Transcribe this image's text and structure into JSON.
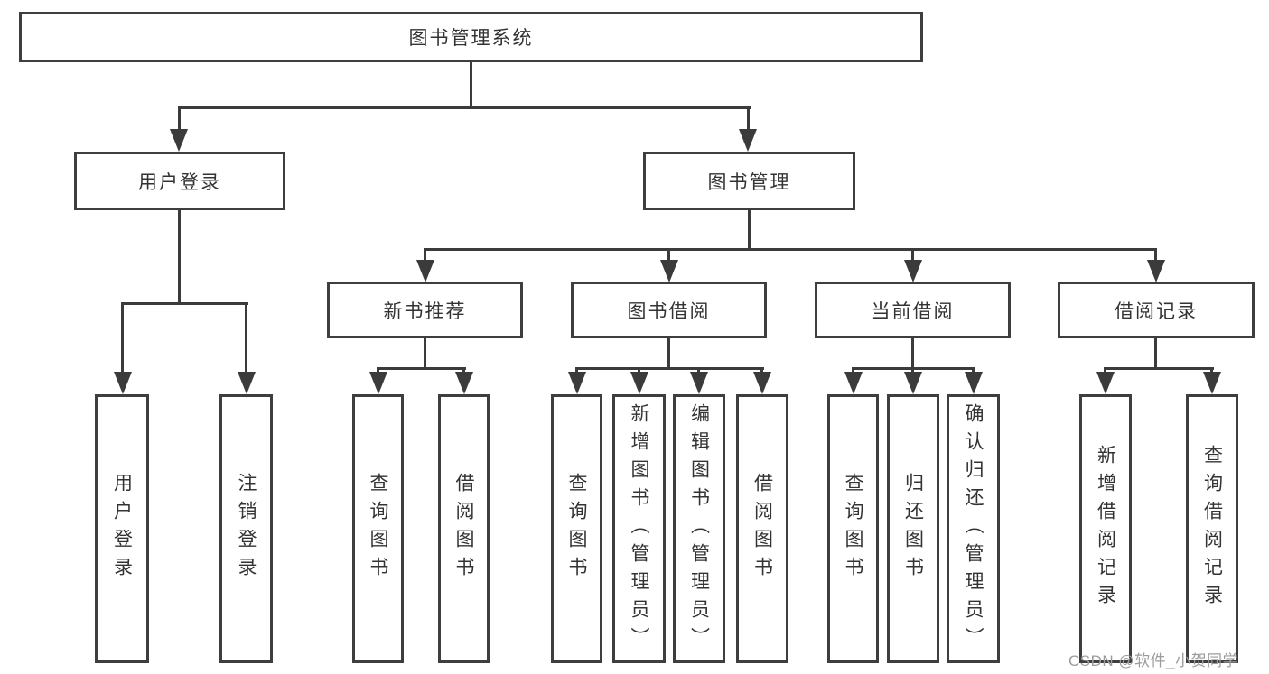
{
  "root": {
    "label": "图书管理系统"
  },
  "level1": [
    {
      "label": "用户登录"
    },
    {
      "label": "图书管理"
    }
  ],
  "level2": [
    {
      "label": "新书推荐",
      "parent": "图书管理"
    },
    {
      "label": "图书借阅",
      "parent": "图书管理"
    },
    {
      "label": "当前借阅",
      "parent": "图书管理"
    },
    {
      "label": "借阅记录",
      "parent": "图书管理"
    }
  ],
  "leaves": [
    {
      "label": "用户登录",
      "parent": "用户登录"
    },
    {
      "label": "注销登录",
      "parent": "用户登录"
    },
    {
      "label": "查询图书",
      "parent": "新书推荐"
    },
    {
      "label": "借阅图书",
      "parent": "新书推荐"
    },
    {
      "label": "查询图书",
      "parent": "图书借阅"
    },
    {
      "label": "新增图书（管理员）",
      "parent": "图书借阅"
    },
    {
      "label": "编辑图书（管理员）",
      "parent": "图书借阅"
    },
    {
      "label": "借阅图书",
      "parent": "图书借阅"
    },
    {
      "label": "查询图书",
      "parent": "当前借阅"
    },
    {
      "label": "归还图书",
      "parent": "当前借阅"
    },
    {
      "label": "确认归还（管理员）",
      "parent": "当前借阅"
    },
    {
      "label": "新增借阅记录",
      "parent": "借阅记录"
    },
    {
      "label": "查询借阅记录",
      "parent": "借阅记录"
    }
  ],
  "watermark": "CSDN @软件_小贺同学",
  "colors": {
    "line": "#3b3b3b",
    "border": "#3e3e3e",
    "text": "#333333",
    "watermark": "#9c9c9c",
    "background": "#ffffff"
  }
}
